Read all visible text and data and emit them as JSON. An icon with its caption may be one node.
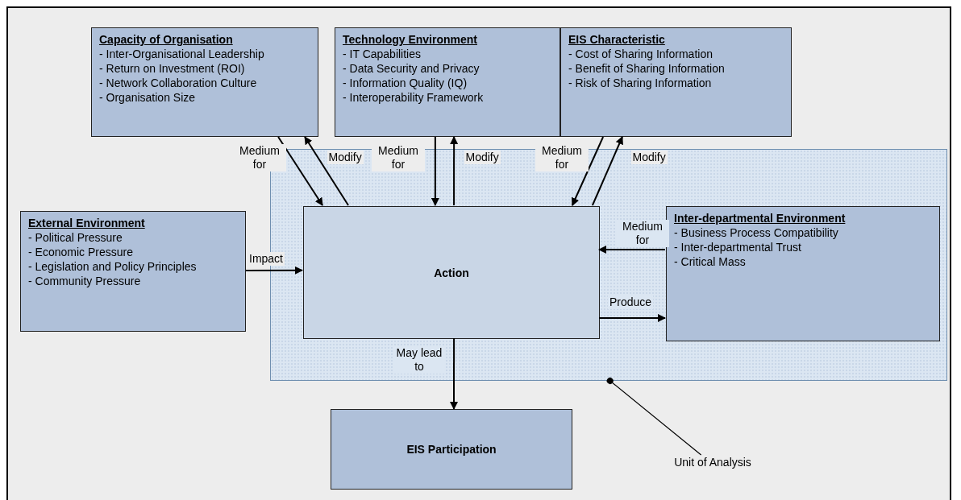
{
  "diagram": {
    "nodes": [
      {
        "text": [
          "Capacity of Organisation",
          "- Inter-Organisational Leadership",
          "- Return on Investment (ROI)",
          "- Network Collaboration Culture",
          "- Organisation Size"
        ]
      },
      {
        "text": [
          "Technology Environment",
          "- IT Capabilities",
          "- Data Security and Privacy",
          "- Information Quality (IQ)",
          "- Interoperability Framework"
        ]
      },
      {
        "text": [
          "EIS Characteristic",
          "- Cost of Sharing Information",
          "- Benefit of Sharing Information",
          "- Risk of Sharing Information"
        ]
      },
      {
        "text": [
          "External Environment",
          "- Political Pressure",
          "- Economic Pressure",
          "- Legislation and Policy Principles",
          "- Community Pressure"
        ]
      },
      {
        "text": [],
        "shape": "box"
      },
      {
        "text": [
          "Action"
        ],
        "in": 4
      },
      {
        "text": [
          "Inter-departmental Environment",
          "- Business Process Compatibility",
          "- Inter-departmental Trust",
          "- Critical Mass"
        ],
        "in": 4
      },
      {
        "text": [
          "EIS Participation"
        ]
      },
      {
        "text": [
          "Unit of Analysis"
        ]
      }
    ],
    "edges": [
      {
        "from": 0,
        "to": 5,
        "arrow": "to",
        "label": "Medium for"
      },
      {
        "from": 5,
        "to": 0,
        "arrow": "to",
        "label": "Modify"
      },
      {
        "from": 1,
        "to": 5,
        "arrow": "to",
        "label": "Medium for"
      },
      {
        "from": 5,
        "to": 1,
        "arrow": "to",
        "label": "Modify"
      },
      {
        "from": 2,
        "to": 5,
        "arrow": "to",
        "label": "Medium for"
      },
      {
        "from": 5,
        "to": 2,
        "arrow": "to",
        "label": "Modify"
      },
      {
        "from": 3,
        "to": 5,
        "arrow": "to",
        "label": "Impact"
      },
      {
        "from": 6,
        "to": 5,
        "arrow": "to",
        "label": "Medium for"
      },
      {
        "from": 5,
        "to": 6,
        "arrow": "to",
        "label": "Produce"
      },
      {
        "from": 5,
        "to": 7,
        "arrow": "to",
        "label": "May lead to"
      },
      {
        "from": 8,
        "to": 4,
        "arrow": "other"
      }
    ]
  }
}
